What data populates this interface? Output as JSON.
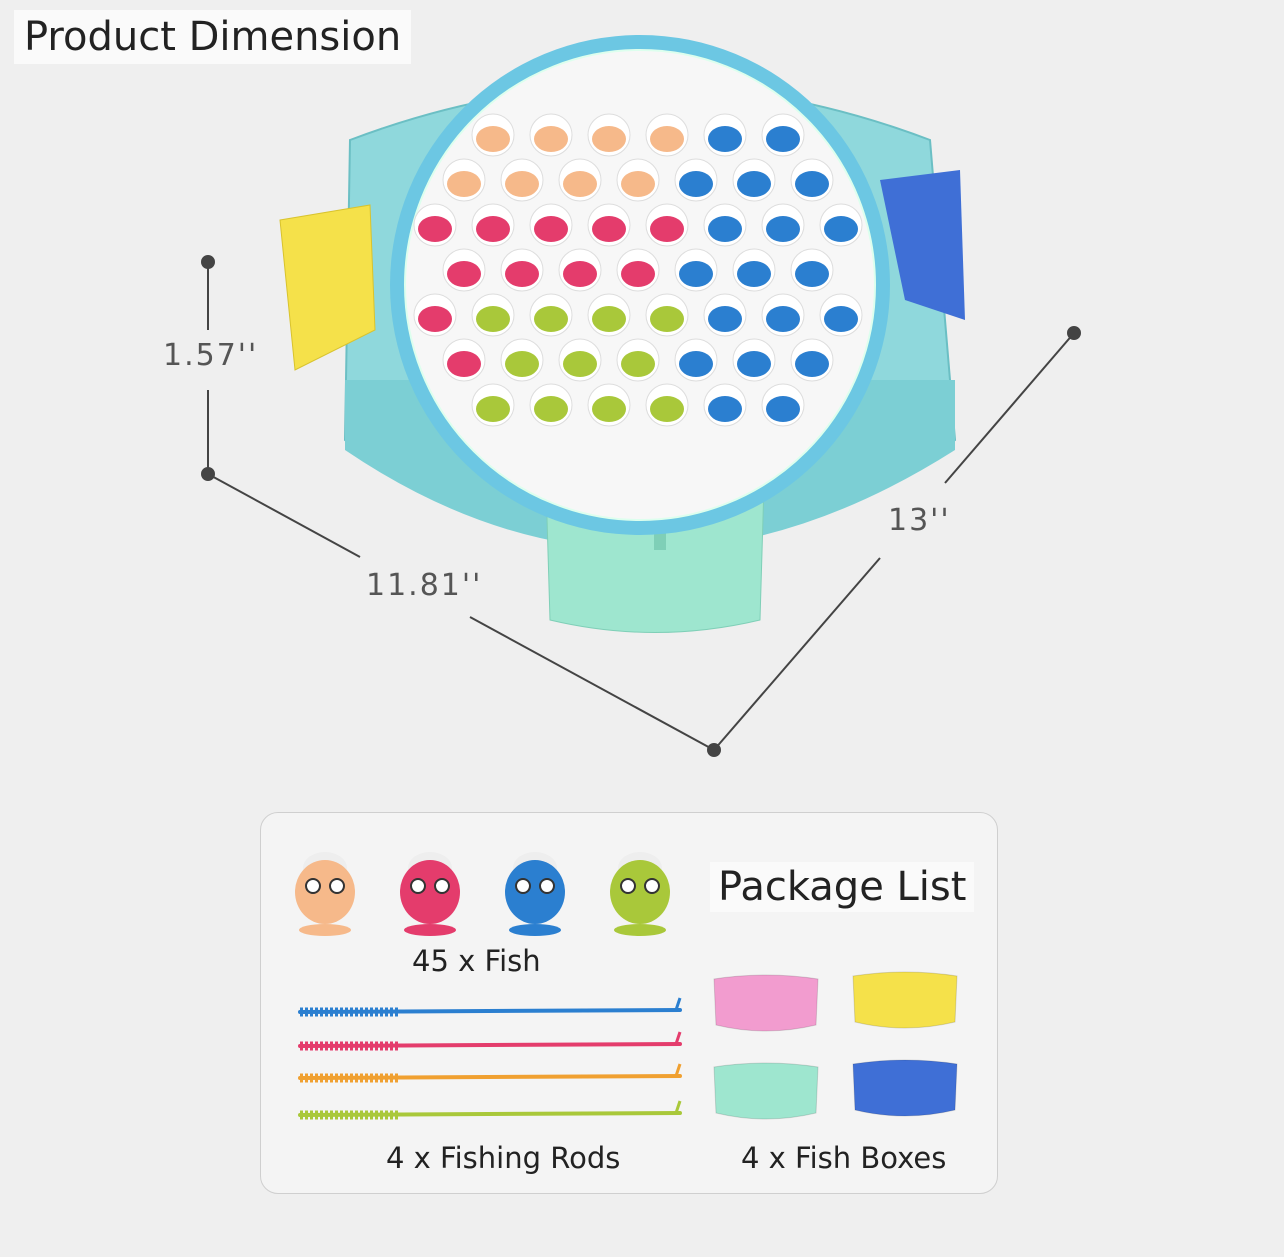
{
  "title": "Product Dimension",
  "dimensions": {
    "height": "1.57''",
    "width": "11.81''",
    "depth": "13''"
  },
  "package": {
    "title": "Package List",
    "fish_label": "45 x Fish",
    "rods_label": "4 x Fishing Rods",
    "boxes_label": "4 x Fish Boxes"
  },
  "colors": {
    "base": "#8fd8dc",
    "pink": "#f29ccf",
    "yellow": "#f5e14a",
    "blue": "#3f6fd6",
    "mint": "#9ee6cf",
    "fish_orange": "#f6b98a",
    "fish_red": "#e43c6c",
    "fish_blue": "#2b7fd0",
    "fish_green": "#a9c83a"
  }
}
